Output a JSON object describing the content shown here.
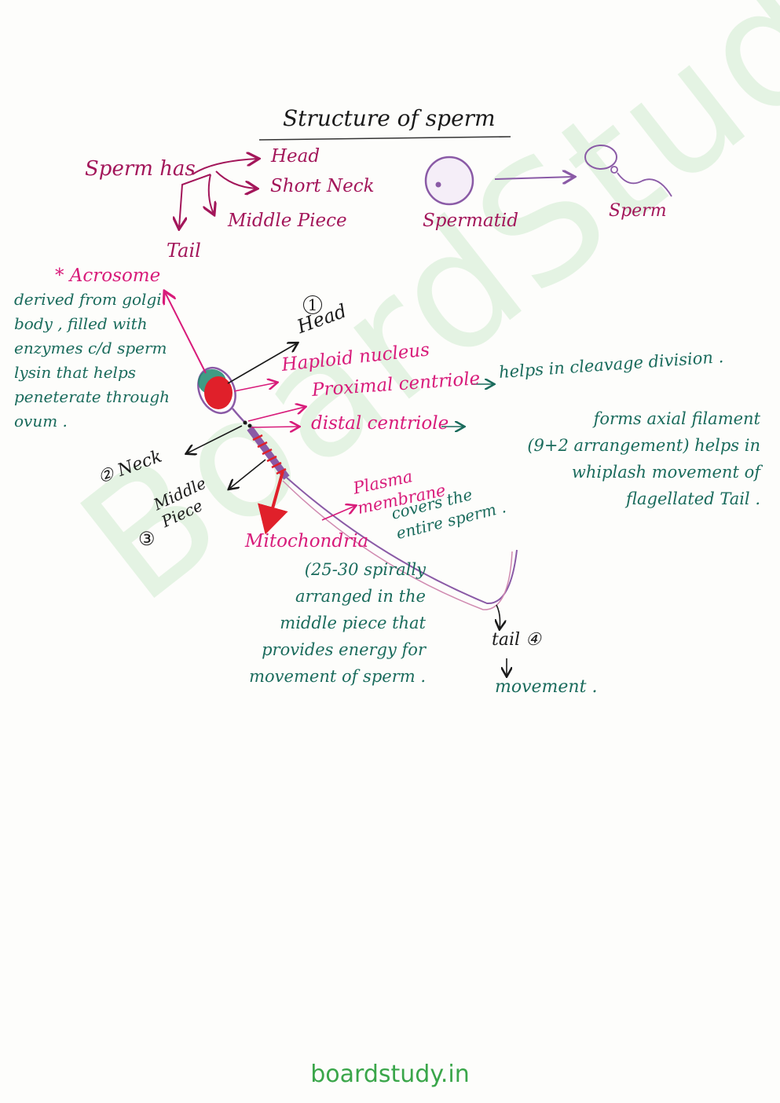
{
  "title": "Structure of sperm",
  "parts_intro": {
    "lead": "Sperm has",
    "items": [
      "Head",
      "Short Neck",
      "Middle Piece",
      "Tail"
    ]
  },
  "development": {
    "from": "Spermatid",
    "to": "Sperm"
  },
  "acrosome_note": {
    "title": "* Acrosome",
    "text": "derived from golgi\nbody , filled with\nenzymes c/d sperm\nlysin that helps\npeneterate through\novum ."
  },
  "labels": {
    "head": "Head",
    "head_num": "1",
    "haploid_nucleus": "Haploid nucleus",
    "proximal_centriole": "Proximal centriole",
    "proximal_note": "helps in cleavage division .",
    "distal_centriole": "distal centriole",
    "distal_note": "forms axial filament\n(9+2 arrangement) helps in\nwhiplash movement of\nflagellated Tail .",
    "neck": "② Neck",
    "middle_piece": "Middle\nPiece",
    "middle_num": "③",
    "plasma_membrane": "Plasma\nmembrane",
    "plasma_note": "covers the\nentire sperm .",
    "mitochondria": "Mitochondria",
    "mito_note": "(25-30 spirally\narranged in the\nmiddle piece that\nprovides energy for\nmovement of sperm .",
    "tail": "tail ④",
    "tail_note": "movement ."
  },
  "colors": {
    "magenta": "#a3165a",
    "pink": "#d81b7a",
    "teal": "#1a6b5c",
    "red": "#e0202a",
    "purple": "#8a5aa6"
  },
  "watermark": "BoardStudy",
  "footer": "boardstudy.in"
}
